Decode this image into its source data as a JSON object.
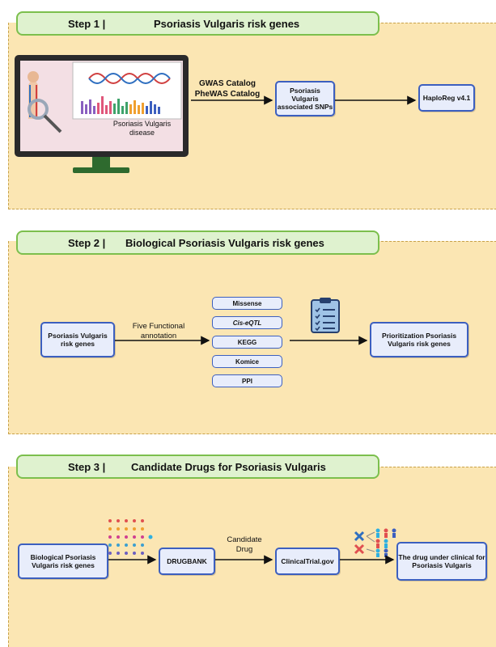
{
  "step1": {
    "num": "Step 1 |",
    "title": "Psoriasis Vulgaris risk genes",
    "monitor_caption": "Psoriasis Vulgaris disease",
    "arrow_label_1": "GWAS Catalog",
    "arrow_label_2": "PheWAS Catalog",
    "node_snps": "Psoriasis Vulgaris associated SNPs",
    "node_haploreg": "HaploReg v4.1"
  },
  "step2": {
    "num": "Step 2 |",
    "title": "Biological Psoriasis Vulgaris risk genes",
    "node_input": "Psoriasis Vulgaris risk genes",
    "arrow_label": "Five Functional annotation",
    "annotations": [
      "Missense",
      "Cis-eQTL",
      "KEGG",
      "Komice",
      "PPI"
    ],
    "node_output": "Prioritization Psoriasis Vulgaris risk genes"
  },
  "step3": {
    "num": "Step 3 |",
    "title": "Candidate Drugs for Psoriasis Vulgaris",
    "node_input": "Biological Psoriasis Vulgaris risk genes",
    "node_drugbank": "DRUGBANK",
    "arrow_label": "Candidate Drug",
    "node_clinical": "ClinicalTrial.gov",
    "node_output": "The drug under clinical for Psoriasis Vulgaris"
  },
  "colors": {
    "panel_fill": "#fbe6b3",
    "header_fill": "#dff2cf",
    "header_border": "#7cbf4d",
    "node_fill": "#e8edfb",
    "node_border": "#3c5fbf"
  }
}
